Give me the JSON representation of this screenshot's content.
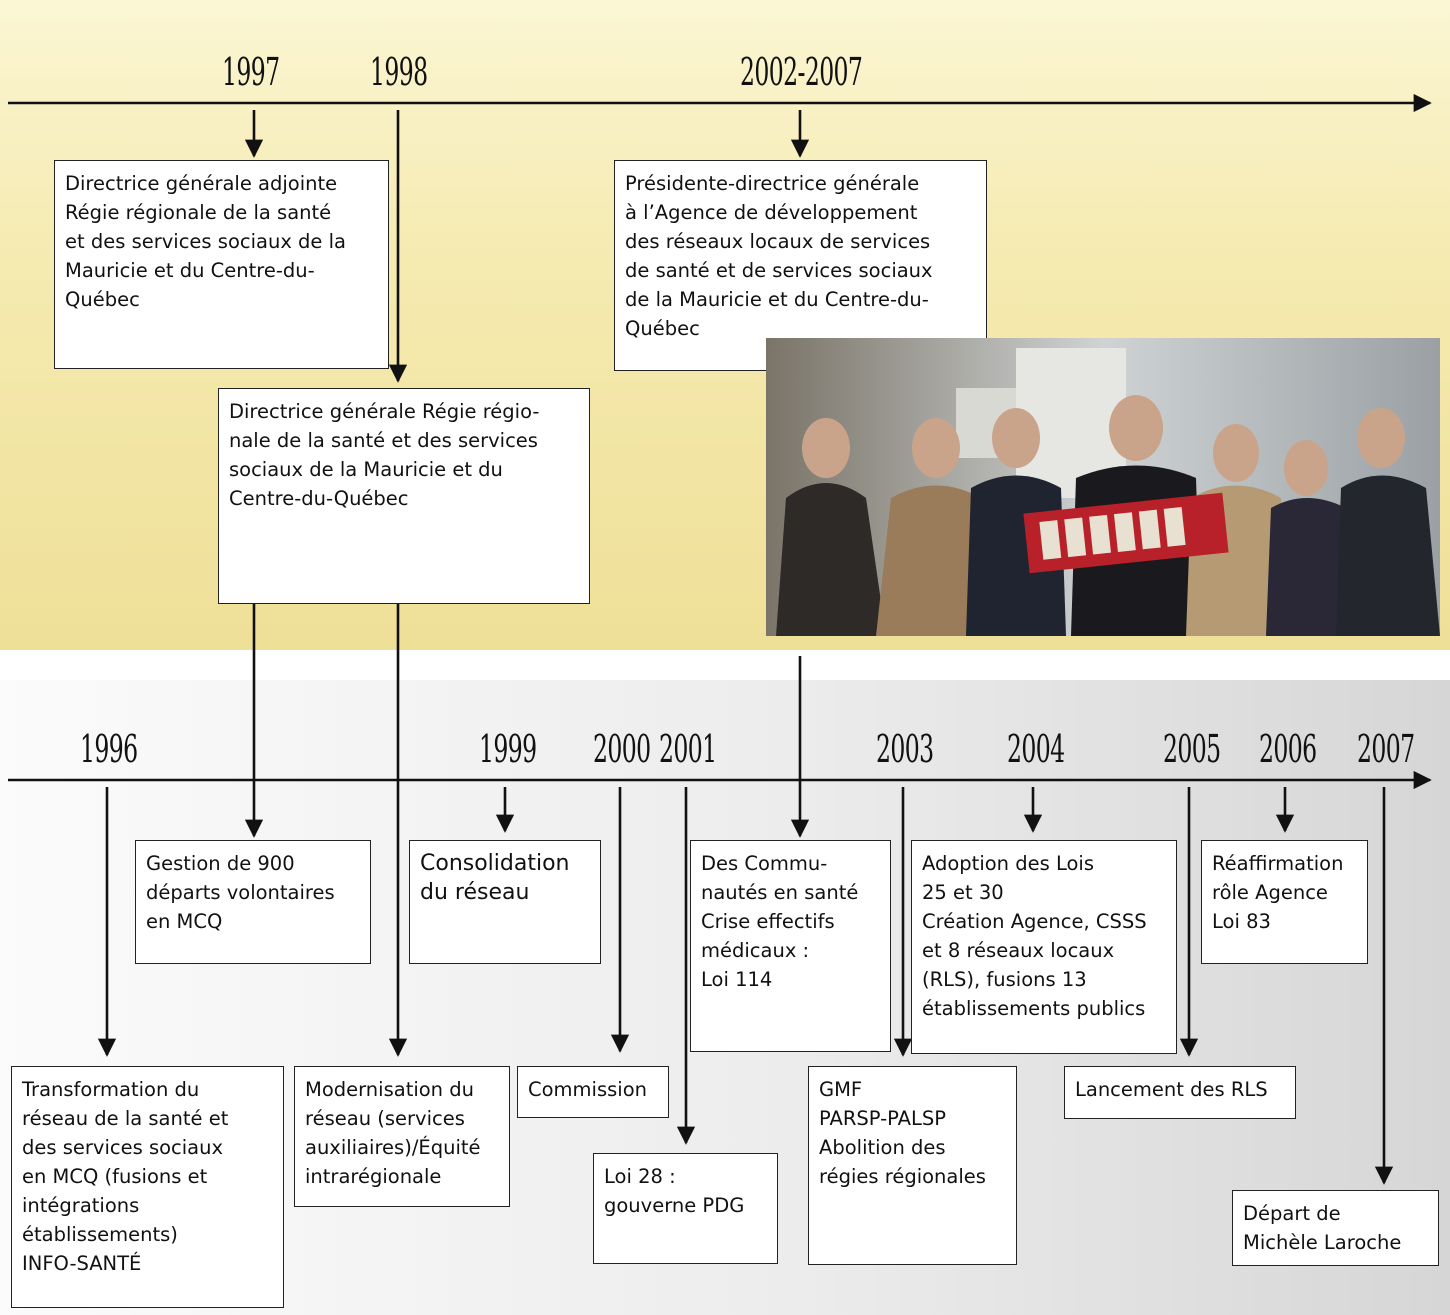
{
  "colors": {
    "top_band": "#f3e7a8",
    "bottom_band": "#e2e2e2",
    "line": "#111111",
    "box_bg": "#ffffff"
  },
  "top_timeline": {
    "years": [
      "1997",
      "1998",
      "2002-2007"
    ],
    "boxes": [
      {
        "id": "dga",
        "text": "Directrice générale adjointe\nRégie régionale de la santé\net des services sociaux de la\nMauricie et du Centre-du-\nQuébec"
      },
      {
        "id": "pdg",
        "text": "Présidente-directrice générale\nà l’Agence de développement\ndes réseaux locaux de services\nde santé et de services sociaux\nde la Mauricie et du Centre-du-\nQuébec"
      },
      {
        "id": "dg",
        "text": "Directrice générale Régie régio-\nnale de la santé et des services\nsociaux de la Mauricie et du\nCentre-du-Québec"
      }
    ]
  },
  "photo": {
    "icon": "group-photo-icon"
  },
  "bottom_timeline": {
    "years": [
      "1996",
      "1999",
      "2000",
      "2001",
      "2003",
      "2004",
      "2005",
      "2006",
      "2007"
    ],
    "boxes": [
      {
        "id": "departs",
        "text": "Gestion de 900\ndéparts volontaires\nen MCQ"
      },
      {
        "id": "consolidation",
        "text": "Consolidation\ndu réseau"
      },
      {
        "id": "communautes",
        "text": "Des Commu-\nnautés en santé\nCrise effectifs\nmédicaux :\nLoi 114"
      },
      {
        "id": "adoption",
        "text": "Adoption des Lois\n25 et 30\nCréation Agence, CSSS\net 8 réseaux locaux\n(RLS), fusions 13\nétablissements publics"
      },
      {
        "id": "reaffirmation",
        "text": "Réaffirmation\nrôle Agence\nLoi 83"
      },
      {
        "id": "transformation",
        "text": "Transformation du\nréseau de la santé et\ndes services sociaux\nen MCQ (fusions et\nintégrations\nétablissements)\nINFO-SANTÉ"
      },
      {
        "id": "modernisation",
        "text": "Modernisation du\nréseau (services\nauxiliaires)/Équité\nintrarégionale"
      },
      {
        "id": "commission",
        "text": "Commission"
      },
      {
        "id": "loi28",
        "text": "Loi 28 :\ngouverne PDG"
      },
      {
        "id": "gmf",
        "text": "GMF\nPARSP-PALSP\nAbolition des\nrégies régionales"
      },
      {
        "id": "lancement",
        "text": "Lancement des RLS"
      },
      {
        "id": "depart",
        "text": "Départ de\nMichèle Laroche"
      }
    ]
  }
}
